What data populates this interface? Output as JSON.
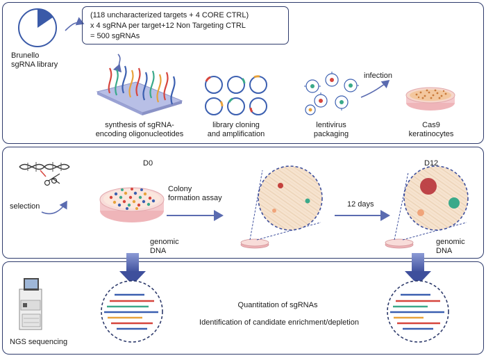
{
  "library": {
    "label_line1": "Brunello",
    "label_line2": "sgRNA library",
    "calc_line1": "(118 uncharacterized targets + 4 CORE CTRL)",
    "calc_line2": " x 4 sgRNA per target+12 Non Targeting CTRL",
    "calc_line3": "= 500 sgRNAs"
  },
  "steps": {
    "synthesis_line1": "synthesis of sgRNA-",
    "synthesis_line2": "encoding oligonucleotides",
    "cloning_line1": "library cloning",
    "cloning_line2": "and amplification",
    "lenti_line1": "lentivirus",
    "lenti_line2": "packaging",
    "infection": "infection",
    "cells_line1": "Cas9",
    "cells_line2": "keratinocytes"
  },
  "screen": {
    "selection": "selection",
    "d0": "D0",
    "assay_line1": "Colony",
    "assay_line2": "formation assay",
    "days": "12 days",
    "d12": "D12",
    "gdna_left_line1": "genomic",
    "gdna_left_line2": "DNA",
    "gdna_right_line1": "genomic",
    "gdna_right_line2": "DNA"
  },
  "analysis": {
    "ngs": "NGS sequencing",
    "quant": "Quantitation of sgRNAs",
    "ident": "Identification of candidate enrichment/depletion"
  },
  "colors": {
    "border": "#2d3a6b",
    "arrow": "#5a6bb0",
    "dish_pink": "#f4c9cc",
    "red": "#d6453d",
    "blue": "#3b5fb0",
    "green": "#3aa98a",
    "orange": "#e8a23a"
  }
}
